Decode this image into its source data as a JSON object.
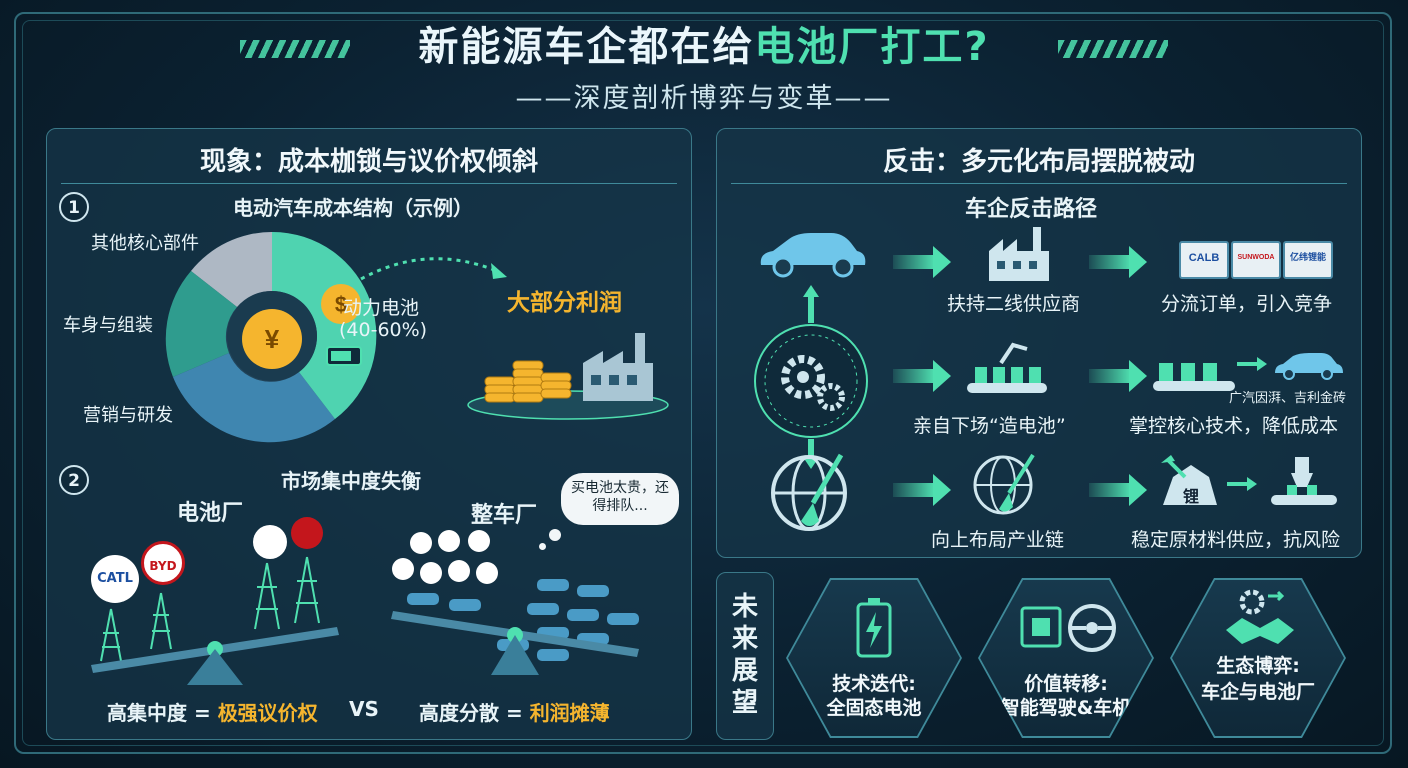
{
  "header": {
    "title_main": "新能源车企都在给",
    "title_highlight": "电池厂打工?",
    "subtitle": "——深度剖析博弈与变革——"
  },
  "left_panel": {
    "title": "现象：成本枷锁与议价权倾斜",
    "section1": {
      "number": "1",
      "heading": "电动汽车成本结构（示例）",
      "slices": [
        {
          "label": "其他核心部件",
          "color": "#aeb8c4"
        },
        {
          "label": "车身与组装",
          "color": "#2f9c8e"
        },
        {
          "label": "营销与研发",
          "color": "#3f86b0"
        },
        {
          "label": "动力电池",
          "color": "#4fd3b0"
        }
      ],
      "battery_label": "动力电池",
      "battery_share": "(40-60%)",
      "yuan_symbol": "¥",
      "dollar_symbol": "$",
      "profit_label": "大部分利润"
    },
    "section2": {
      "number": "2",
      "heading": "市场集中度失衡",
      "battery_side": "电池厂",
      "oem_side": "整车厂",
      "logos_battery": [
        "CATL",
        "BYD"
      ],
      "bubble_text": "买电池太贵，还得排队...",
      "left_caption_prefix": "高集中度 = ",
      "left_caption_hl": "极强议价权",
      "vs": "VS",
      "right_caption_prefix": "高度分散 = ",
      "right_caption_hl": "利润摊薄"
    }
  },
  "right_panel": {
    "title": "反击：多元化布局摆脱被动",
    "heading": "车企反击路径",
    "steps": [
      {
        "label": "扶持二线供应商",
        "result": "分流订单，引入竞争",
        "batteries": [
          "CALB",
          "SUNWODA",
          "亿纬锂能"
        ]
      },
      {
        "label": "亲自下场“造电池”",
        "result": "掌控核心技术，降低成本",
        "note": "广汽因湃、吉利金砖"
      },
      {
        "label": "向上布局产业链",
        "result": "稳定原材料供应，抗风险",
        "ore": "锂"
      }
    ]
  },
  "future": {
    "label": "未来展望",
    "items": [
      {
        "title": "技术迭代:",
        "subtitle": "全固态电池"
      },
      {
        "title": "价值转移:",
        "subtitle": "智能驾驶&车机"
      },
      {
        "title": "生态博弈:",
        "subtitle": "车企与电池厂"
      }
    ]
  },
  "colors": {
    "accent": "#4fe0b0",
    "gold": "#f5b52e",
    "panel_border": "#3a7888"
  }
}
